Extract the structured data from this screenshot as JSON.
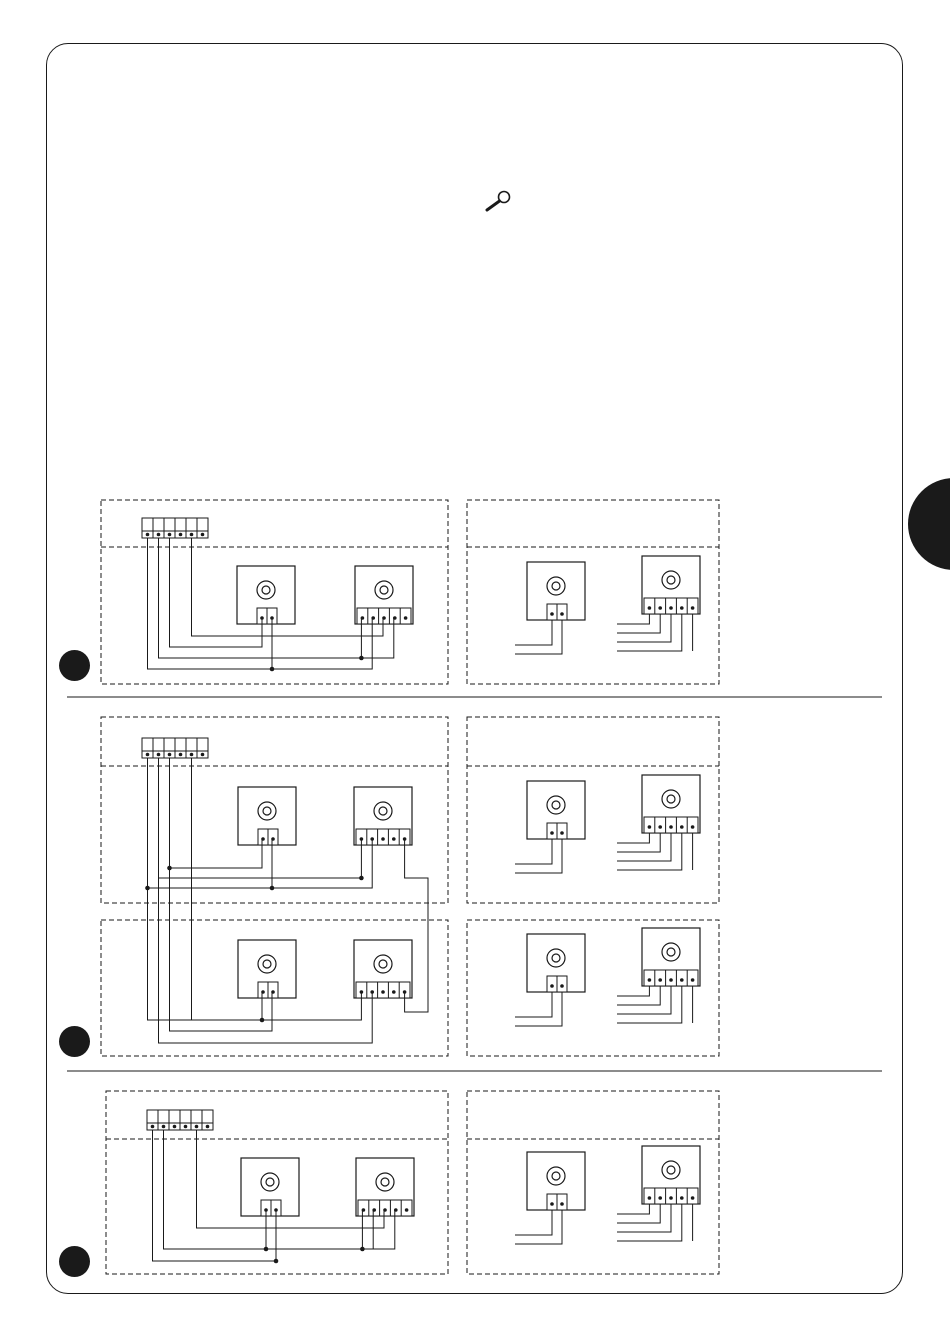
{
  "page": {
    "side_tab_text": "",
    "icons": [
      "magnifier-icon"
    ]
  },
  "figures": [
    {
      "id": "a",
      "label": "",
      "left_panel_title": "",
      "right_panel_title": ""
    },
    {
      "id": "b",
      "label": "",
      "left_panel_title": "",
      "right_panel_title": ""
    },
    {
      "id": "c",
      "label": "",
      "left_panel_title": "",
      "right_panel_title": ""
    }
  ],
  "colors": {
    "ink": "#1a1a1a",
    "paper": "#ffffff"
  }
}
